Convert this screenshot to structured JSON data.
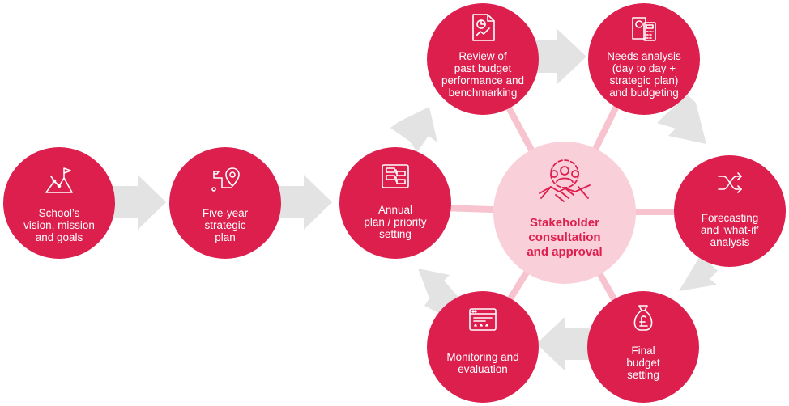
{
  "diagram": {
    "center": {
      "label": "Stakeholder\nconsultation\nand approval",
      "icon": "gears-people-handshake-icon"
    },
    "nodes": [
      {
        "id": "vision",
        "label": "School’s\nvision, mission\nand goals",
        "icon": "mountain-flag-icon"
      },
      {
        "id": "strategic",
        "label": "Five-year\nstrategic\nplan",
        "icon": "route-pin-icon"
      },
      {
        "id": "annual",
        "label": "Annual\nplan / priority\nsetting",
        "icon": "flowchart-board-icon"
      },
      {
        "id": "review",
        "label": "Review of\npast budget\nperformance and\nbenchmarking",
        "icon": "document-chart-icon"
      },
      {
        "id": "needs",
        "label": "Needs analysis\n(day to day +\nstrategic plan)\nand budgeting",
        "icon": "calculator-document-icon"
      },
      {
        "id": "forecast",
        "label": "Forecasting\nand ‘what-if’\nanalysis",
        "icon": "shuffle-arrows-icon"
      },
      {
        "id": "final",
        "label": "Final\nbudget\nsetting",
        "icon": "pound-money-bag-icon"
      },
      {
        "id": "monitor",
        "label": "Monitoring and\nevaluation",
        "icon": "browser-rating-icon"
      }
    ]
  },
  "colors": {
    "node": "#dd1f4e",
    "center_fill": "#f9cfd9",
    "center_text": "#dd1f4e",
    "arrow": "#e3e3e3",
    "connector": "#f6c3cf"
  }
}
